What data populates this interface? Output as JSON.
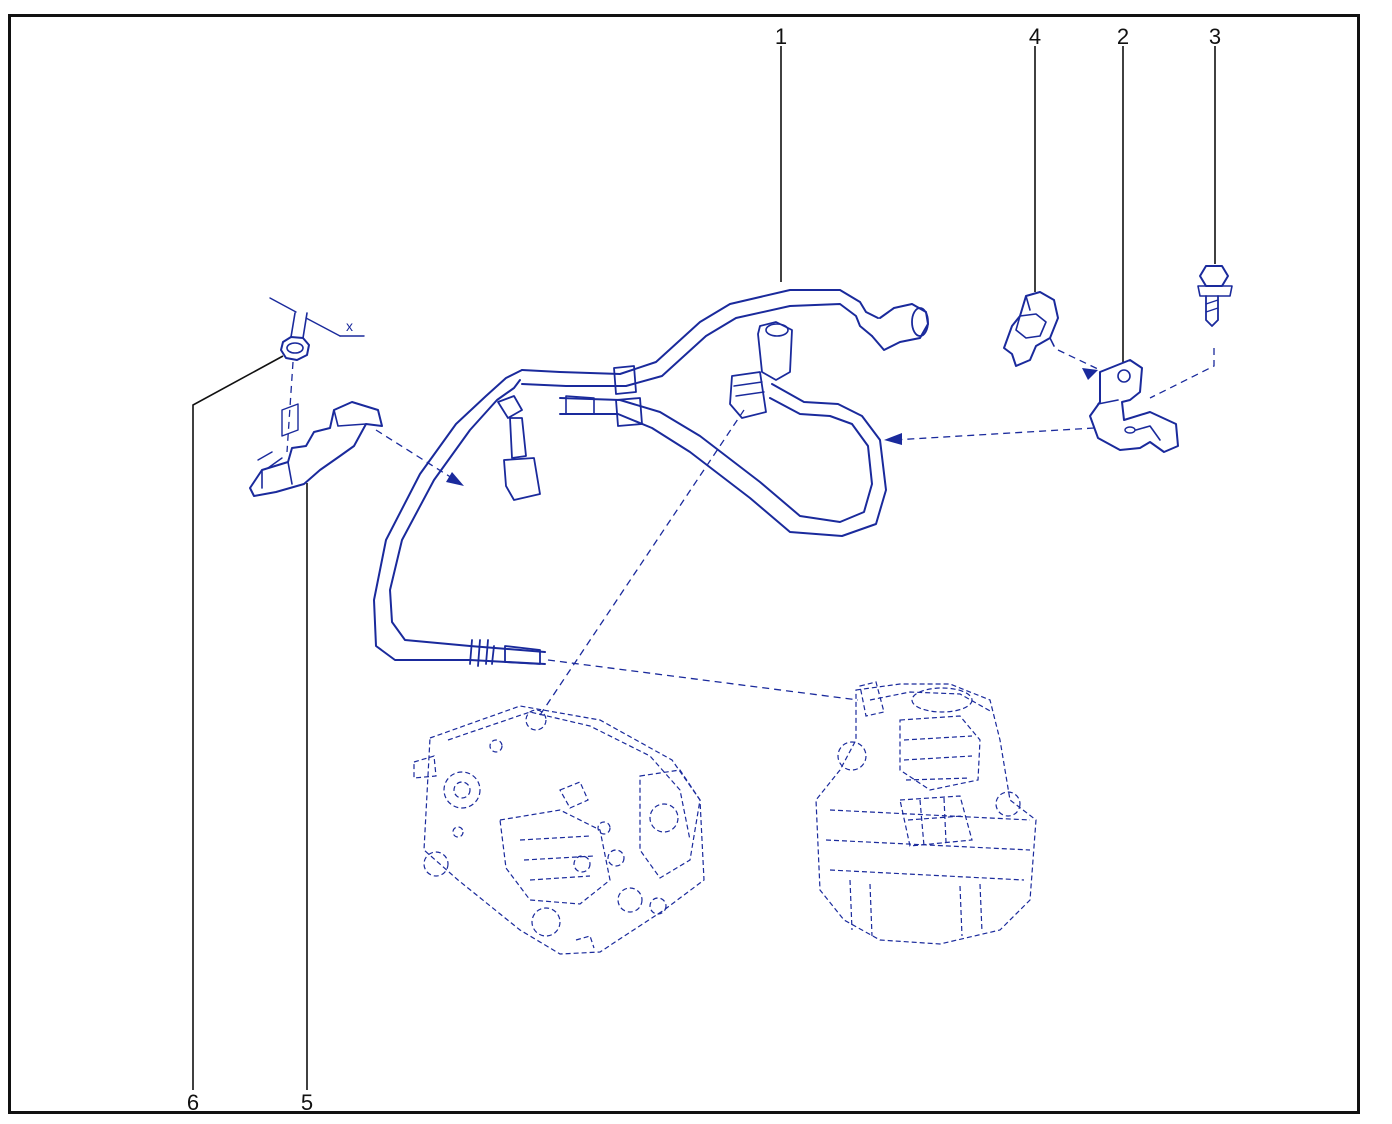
{
  "colors": {
    "ink": "#1a2a9c",
    "frame": "#111111",
    "label": "#111111"
  },
  "callouts": {
    "c1": "1",
    "c2": "2",
    "c3": "3",
    "c4": "4",
    "c5": "5",
    "c6": "6"
  },
  "dimension_label": "x"
}
